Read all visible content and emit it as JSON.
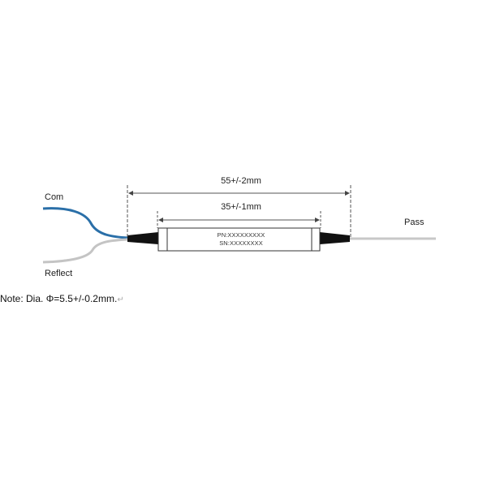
{
  "labels": {
    "com": "Com",
    "reflect": "Reflect",
    "pass": "Pass",
    "overall_length": "55+/-2mm",
    "body_length": "35+/-1mm",
    "part_number": "PN:XXXXXXXXX",
    "serial_number": "SN:XXXXXXXX"
  },
  "note": {
    "text": "Note: Dia. Φ=5.5+/-0.2mm.",
    "paragraph_mark": "↵"
  },
  "colors": {
    "com_fiber": "#2a6fa8",
    "reflect_fiber": "#c4c4c4",
    "pass_fiber": "#c8c8c8",
    "boot": "#111111"
  }
}
